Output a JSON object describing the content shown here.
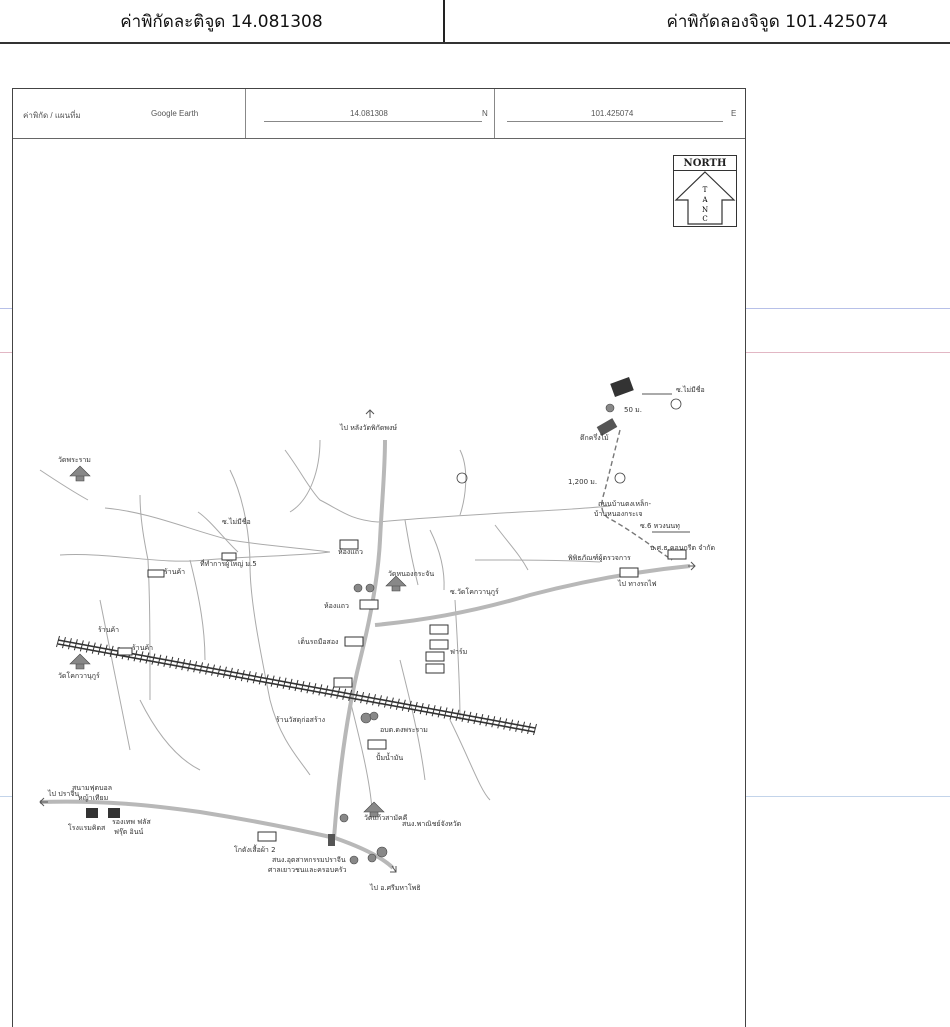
{
  "header": {
    "latitude_label": "ค่าพิกัดละติจูด 14.081308",
    "longitude_label": "ค่าพิกัดลองจิจูด 101.425074"
  },
  "coord_row": {
    "label": "ค่าพิกัด / แผนที่ม",
    "source": "Google Earth",
    "lat_value": "14.081308",
    "lat_dir": "N",
    "lon_value": "101.425074",
    "lon_dir": "E"
  },
  "north_box": {
    "title": "NORTH",
    "letters": [
      "T",
      "A",
      "N",
      "C"
    ]
  },
  "map": {
    "labels": {
      "to_lamsom": "ไป หลังวัดพิกัดพงษ์",
      "wat_phrayam": "วัดพระราม",
      "soi_nameless_1": "ซ.ไม่มีชื่อ",
      "soi_nameless_top": "ซ.ไม่มีชื่อ",
      "dist_50": "50 ม.",
      "building": "ตึกครึ่งไม้",
      "dist_1200": "1,200 ม.",
      "iron_road": "ถนนบ้านตงเหล็ก-",
      "iron_road2": "บ้านหนองกระเจ",
      "mo_road": "ซ.6 หวงนนทุ",
      "company": "บ.ศ.ธ.คอนกรีต จำกัด",
      "museum": "พิพิธภัณฑ์ผู้ตรวจการ",
      "to_crossing": "ไป ทางรถไฟ",
      "shop_1": "ร้านค้า",
      "school_1": "ที่ทำการผู้ใหญ่ ม.5",
      "office_1": "ห้องแถว",
      "wat_nongkrajin": "วัดหนองกระจัน",
      "soi_wat": "ซ.วัดโคกวานุกูร์",
      "office_2": "ห้องแถว",
      "tower": "เต็นรถมือสอง",
      "farm": "ฟาร์ม",
      "shop_2": "ร้านค้า",
      "shop_3": "ร้านค้า",
      "wat_kokwa": "วัดโคกวานุกูร์",
      "market": "ร้านวัสดุก่อสร้าง",
      "school_phraram": "อบต.ดงพระราม",
      "gas": "ปั้มน้ำมัน",
      "stadium": "สนามฟุตบอล",
      "stadium2": "หญ้าเทียม",
      "to_prachin": "ไป ปราจีน",
      "hotel": "โรงแรมคิดส",
      "rest": "รองเทพ ฟลัส",
      "rest2": "ฟรุ๊ต อินน์",
      "wat_kaew": "วัดแก้วสามัคคี",
      "school_right": "สนง.พาณิชย์จังหวัด",
      "kok_shop": "โกดังเสื้อผ้า 2",
      "health": "สนง.อุตสาหกรรมปราจีน",
      "sao": "ศาลเยาวชนและครอบครัว",
      "to_sriha": "ไป อ.ศรีมหาโพธิ"
    }
  }
}
